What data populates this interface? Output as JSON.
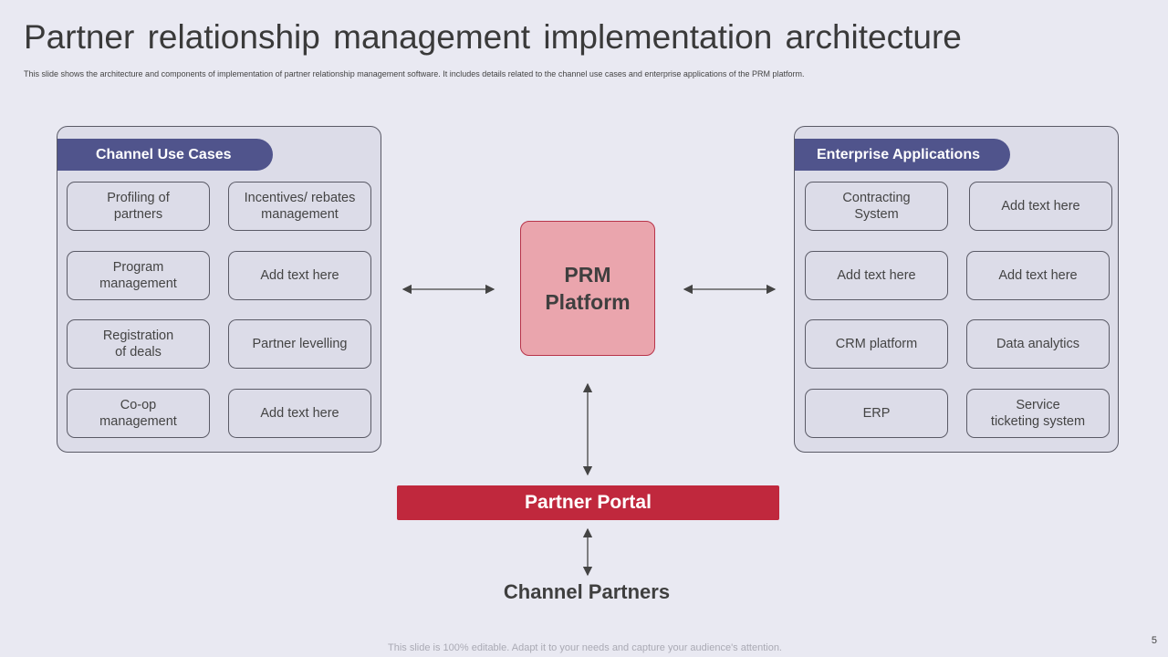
{
  "title": "Partner relationship management implementation architecture",
  "subtitle": "This slide shows the architecture and components of implementation  of partner relationship management  software. It includes details related to the channel use cases and enterprise applications of the PRM  platform.",
  "left_panel": {
    "heading": "Channel Use Cases",
    "items": [
      "Profiling of\npartners",
      "Incentives/ rebates\nmanagement",
      "Program\nmanagement",
      "Add text here",
      "Registration\nof deals",
      "Partner levelling",
      "Co-op\nmanagement",
      "Add text here"
    ]
  },
  "right_panel": {
    "heading": "Enterprise Applications",
    "items": [
      "Contracting\nSystem",
      "Add text here",
      "Add text here",
      "Add text here",
      "CRM platform",
      "Data analytics",
      "ERP",
      "Service\nticketing system"
    ]
  },
  "center": {
    "label": "PRM\nPlatform"
  },
  "portal": {
    "label": "Partner Portal"
  },
  "channel_partners": {
    "label": "Channel Partners"
  },
  "footer": "This slide is 100% editable. Adapt it to your needs and capture your audience's attention.",
  "page_number": "5",
  "colors": {
    "accent": "#50548c",
    "portal": "#c0283d",
    "prm_fill": "#eaa5ad",
    "background": "#e9e9f2"
  }
}
